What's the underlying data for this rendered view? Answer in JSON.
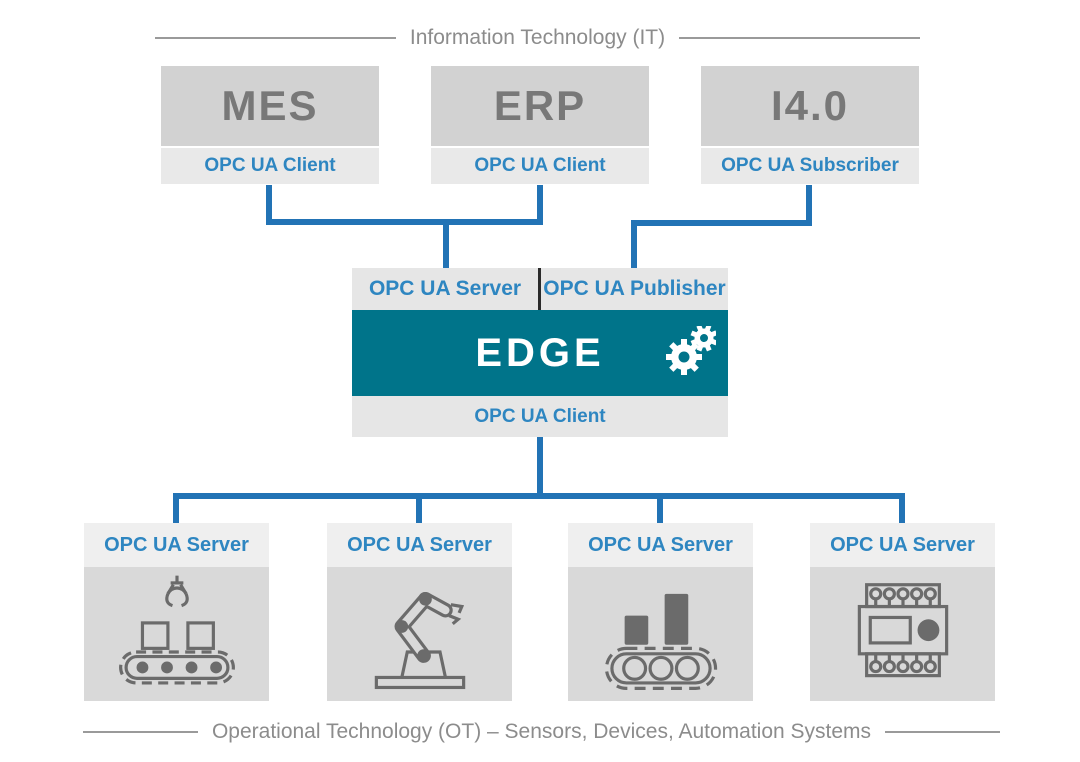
{
  "it_section": {
    "title": "Information Technology (IT)",
    "boxes": [
      {
        "name": "MES",
        "label": "OPC UA Client",
        "icon": null
      },
      {
        "name": "ERP",
        "label": "OPC UA Client",
        "icon": null
      },
      {
        "name": "I4.0",
        "label": "OPC UA Subscriber",
        "icon": null
      }
    ]
  },
  "edge": {
    "top_left_label": "OPC UA Server",
    "top_right_label": "OPC UA Publisher",
    "title": "EDGE",
    "bottom_label": "OPC UA Client",
    "icon": "gears-icon"
  },
  "ot_section": {
    "title": "Operational Technology (OT) – Sensors, Devices, Automation Systems",
    "boxes": [
      {
        "label": "OPC UA Server",
        "icon": "gripper-conveyor-icon"
      },
      {
        "label": "OPC UA Server",
        "icon": "robot-arm-icon"
      },
      {
        "label": "OPC UA Server",
        "icon": "conveyor-packages-icon"
      },
      {
        "label": "OPC UA Server",
        "icon": "plc-controller-icon"
      }
    ]
  },
  "colors": {
    "edge_teal": "#00748a",
    "label_blue": "#2e86c1",
    "connector_blue": "#2273b5",
    "box_gray": "#d2d2d2",
    "strip_gray": "#e9e9e9",
    "ot_body_gray": "#d9d9d9",
    "rule_gray": "#9a9a9a",
    "title_text_gray": "#8c8c8c",
    "big_text_gray": "#787878",
    "icon_gray": "#6b6b6b"
  }
}
